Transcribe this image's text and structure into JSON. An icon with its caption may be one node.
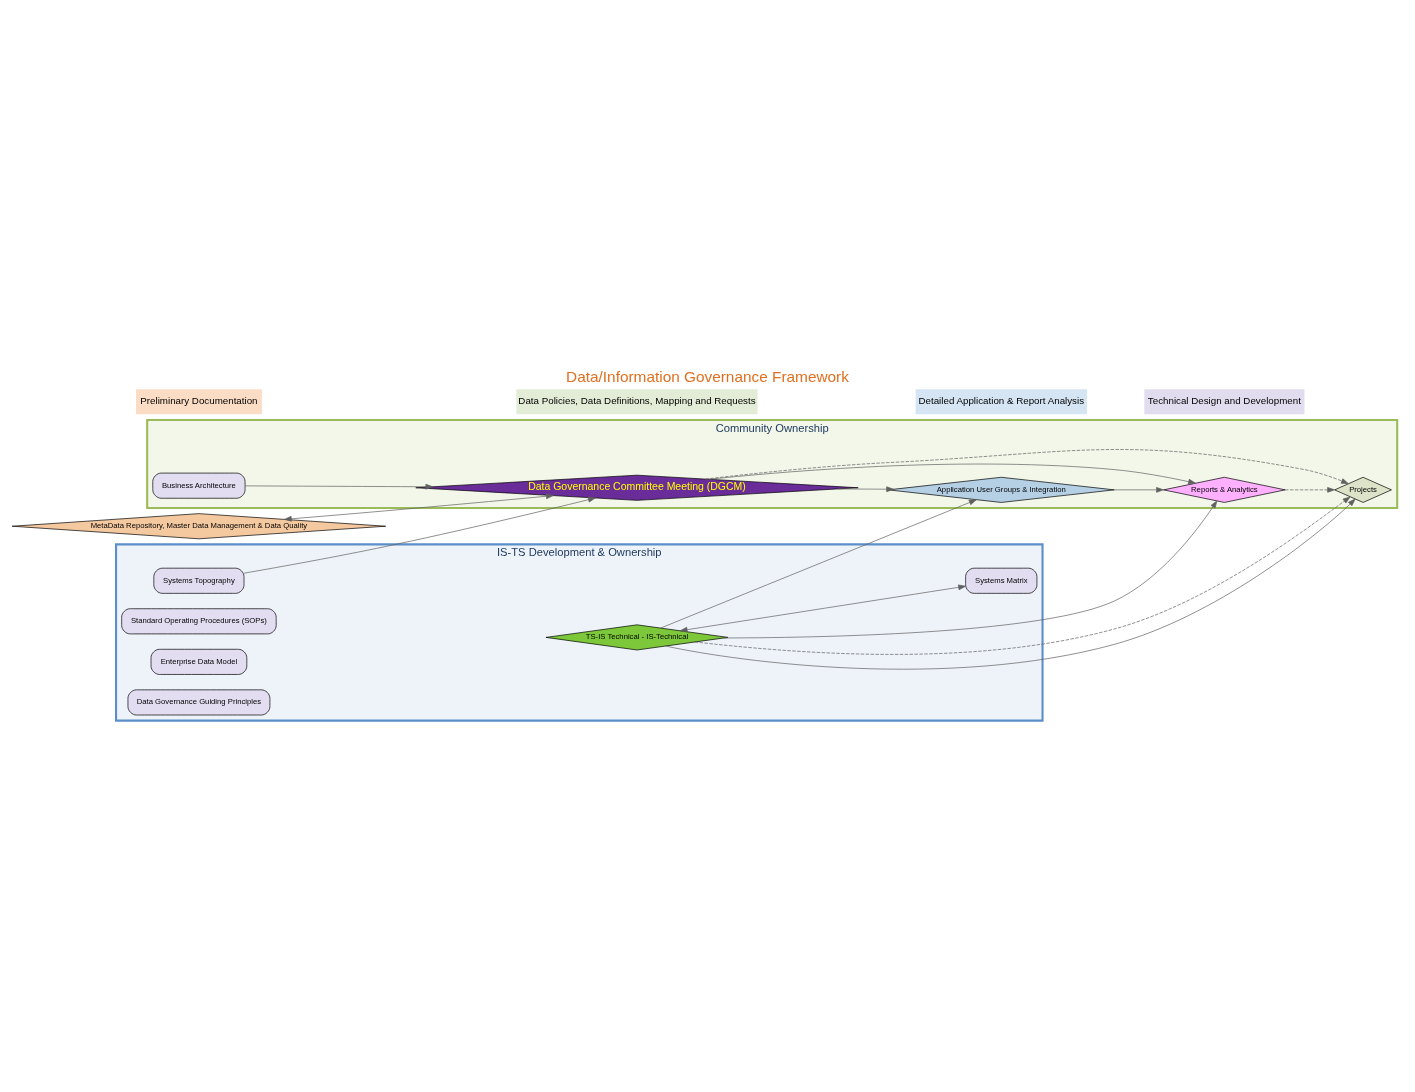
{
  "diagram": {
    "title": "Data/Information Governance Framework",
    "nodes": [
      {
        "text": [
          "IS-TS Development & Ownership"
        ]
      },
      {
        "text": [
          "Community Ownership"
        ]
      },
      {
        "text": [
          "Systems Matrix"
        ],
        "in": 0
      },
      {
        "text": [
          "Systems Topography"
        ],
        "in": 0
      },
      {
        "text": [
          "Standard Operating Procedures (SOPs)"
        ],
        "in": 0
      },
      {
        "text": [
          "Enterprise Data Model"
        ],
        "in": 0
      },
      {
        "text": [
          "Data Governance Guiding Principles"
        ],
        "in": 0
      },
      {
        "text": [
          "TS-IS Technical - IS-Technical"
        ],
        "in": 0
      },
      {
        "text": [
          "MetaData Repository, Master Data Management & Data Quality"
        ]
      },
      {
        "text": [
          "Business Architecture"
        ],
        "in": 1
      },
      {
        "text": [
          "Data Governance Committee Meeting (DGCM)"
        ],
        "in": 1
      },
      {
        "text": [
          "Application User Groups & Integration"
        ],
        "in": 1
      },
      {
        "text": [
          "Reports & Analytics"
        ],
        "in": 1
      },
      {
        "text": [
          "Projects"
        ],
        "in": 1
      }
    ],
    "edges": [
      {
        "from": 7,
        "to": 2,
        "arrow": "both"
      },
      {
        "from": 3,
        "to": 10,
        "arrow": "to"
      },
      {
        "from": 9,
        "to": 10,
        "arrow": "to"
      },
      {
        "from": 8,
        "to": 10,
        "arrow": "both"
      },
      {
        "from": 10,
        "to": 11,
        "arrow": "to"
      },
      {
        "from": 10,
        "to": 12,
        "arrow": "to"
      },
      {
        "from": 10,
        "to": 13,
        "arrow": "to",
        "style": "dashed"
      },
      {
        "from": 7,
        "to": 11,
        "arrow": "to"
      },
      {
        "from": 7,
        "to": 12,
        "arrow": "to"
      },
      {
        "from": 7,
        "to": 13,
        "arrow": "to"
      },
      {
        "from": 7,
        "to": 13,
        "arrow": "to",
        "style": "dashed"
      },
      {
        "from": 11,
        "to": 12,
        "arrow": "to"
      },
      {
        "from": 12,
        "to": 13,
        "arrow": "to",
        "style": "dashed"
      }
    ],
    "labels": [
      "Preliminary Documentation",
      "Data Policies, Data Definitions, Mapping and Requests",
      "Detailed Application & Report Analysis",
      "Technical Design and Development"
    ]
  }
}
